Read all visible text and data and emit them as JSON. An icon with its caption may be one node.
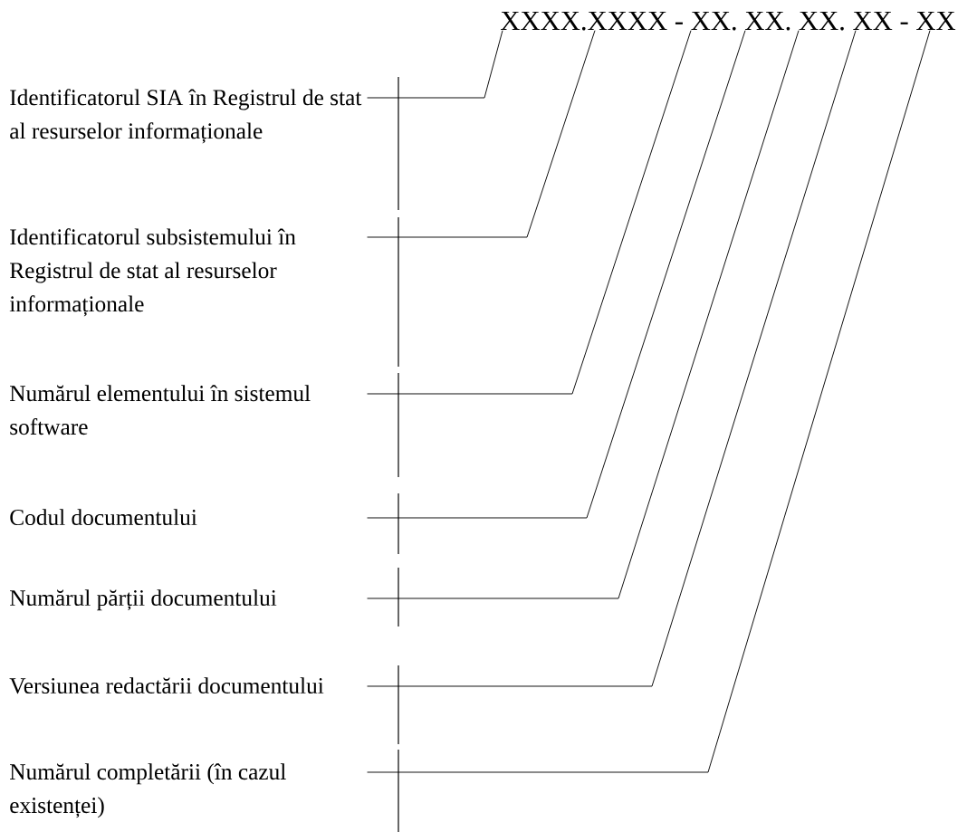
{
  "diagram": {
    "nodes": [
      {
        "text": [
          "XXXX.XXXX - XX. XX. XX. XX - XX"
        ]
      },
      {
        "text": [
          "Identificatorul SIA în Registrul de stat al resurselor informaționale"
        ]
      },
      {
        "text": [
          "Identificatorul subsistemului în Registrul de stat al resurselor informaționale"
        ]
      },
      {
        "text": [
          "Numărul elementului în sistemul software"
        ]
      },
      {
        "text": [
          "Codul documentului"
        ]
      },
      {
        "text": [
          "Numărul părții documentului"
        ]
      },
      {
        "text": [
          "Versiunea redactării documentului"
        ]
      },
      {
        "text": [
          "Numărul completării (în cazul existenței)"
        ]
      }
    ],
    "edges": [
      {
        "from": 1,
        "to": 0,
        "arrow": "none"
      },
      {
        "from": 2,
        "to": 0,
        "arrow": "none"
      },
      {
        "from": 3,
        "to": 0,
        "arrow": "none"
      },
      {
        "from": 4,
        "to": 0,
        "arrow": "none"
      },
      {
        "from": 5,
        "to": 0,
        "arrow": "none"
      },
      {
        "from": 6,
        "to": 0,
        "arrow": "none"
      },
      {
        "from": 7,
        "to": 0,
        "arrow": "none"
      }
    ]
  }
}
